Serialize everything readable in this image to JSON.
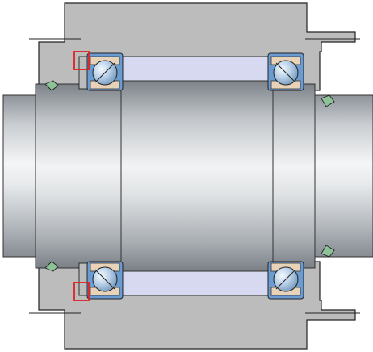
{
  "figure": {
    "kind": "bearing-arrangement-section",
    "description_visible_text": "",
    "colors": {
      "housing": "#bcbcbc",
      "housing_outline": "#222222",
      "spacer": "#d6d9ef",
      "shaft_light": "#f3f4f6",
      "shaft_dark": "#8a9096",
      "ring_blue": "#6a9bd1",
      "ring_inner_tan": "#e9d3b8",
      "ball": "#b7cfe6",
      "seal_green": "#8ec39a",
      "highlight": "#e02020"
    },
    "components": [
      {
        "name": "housing",
        "label": ""
      },
      {
        "name": "shaft",
        "label": ""
      },
      {
        "name": "bearing-left-top",
        "label": ""
      },
      {
        "name": "bearing-right-top",
        "label": ""
      },
      {
        "name": "bearing-left-bottom",
        "label": ""
      },
      {
        "name": "bearing-right-bottom",
        "label": ""
      },
      {
        "name": "highlight-box-top",
        "label": ""
      },
      {
        "name": "highlight-box-bottom",
        "label": ""
      }
    ]
  }
}
